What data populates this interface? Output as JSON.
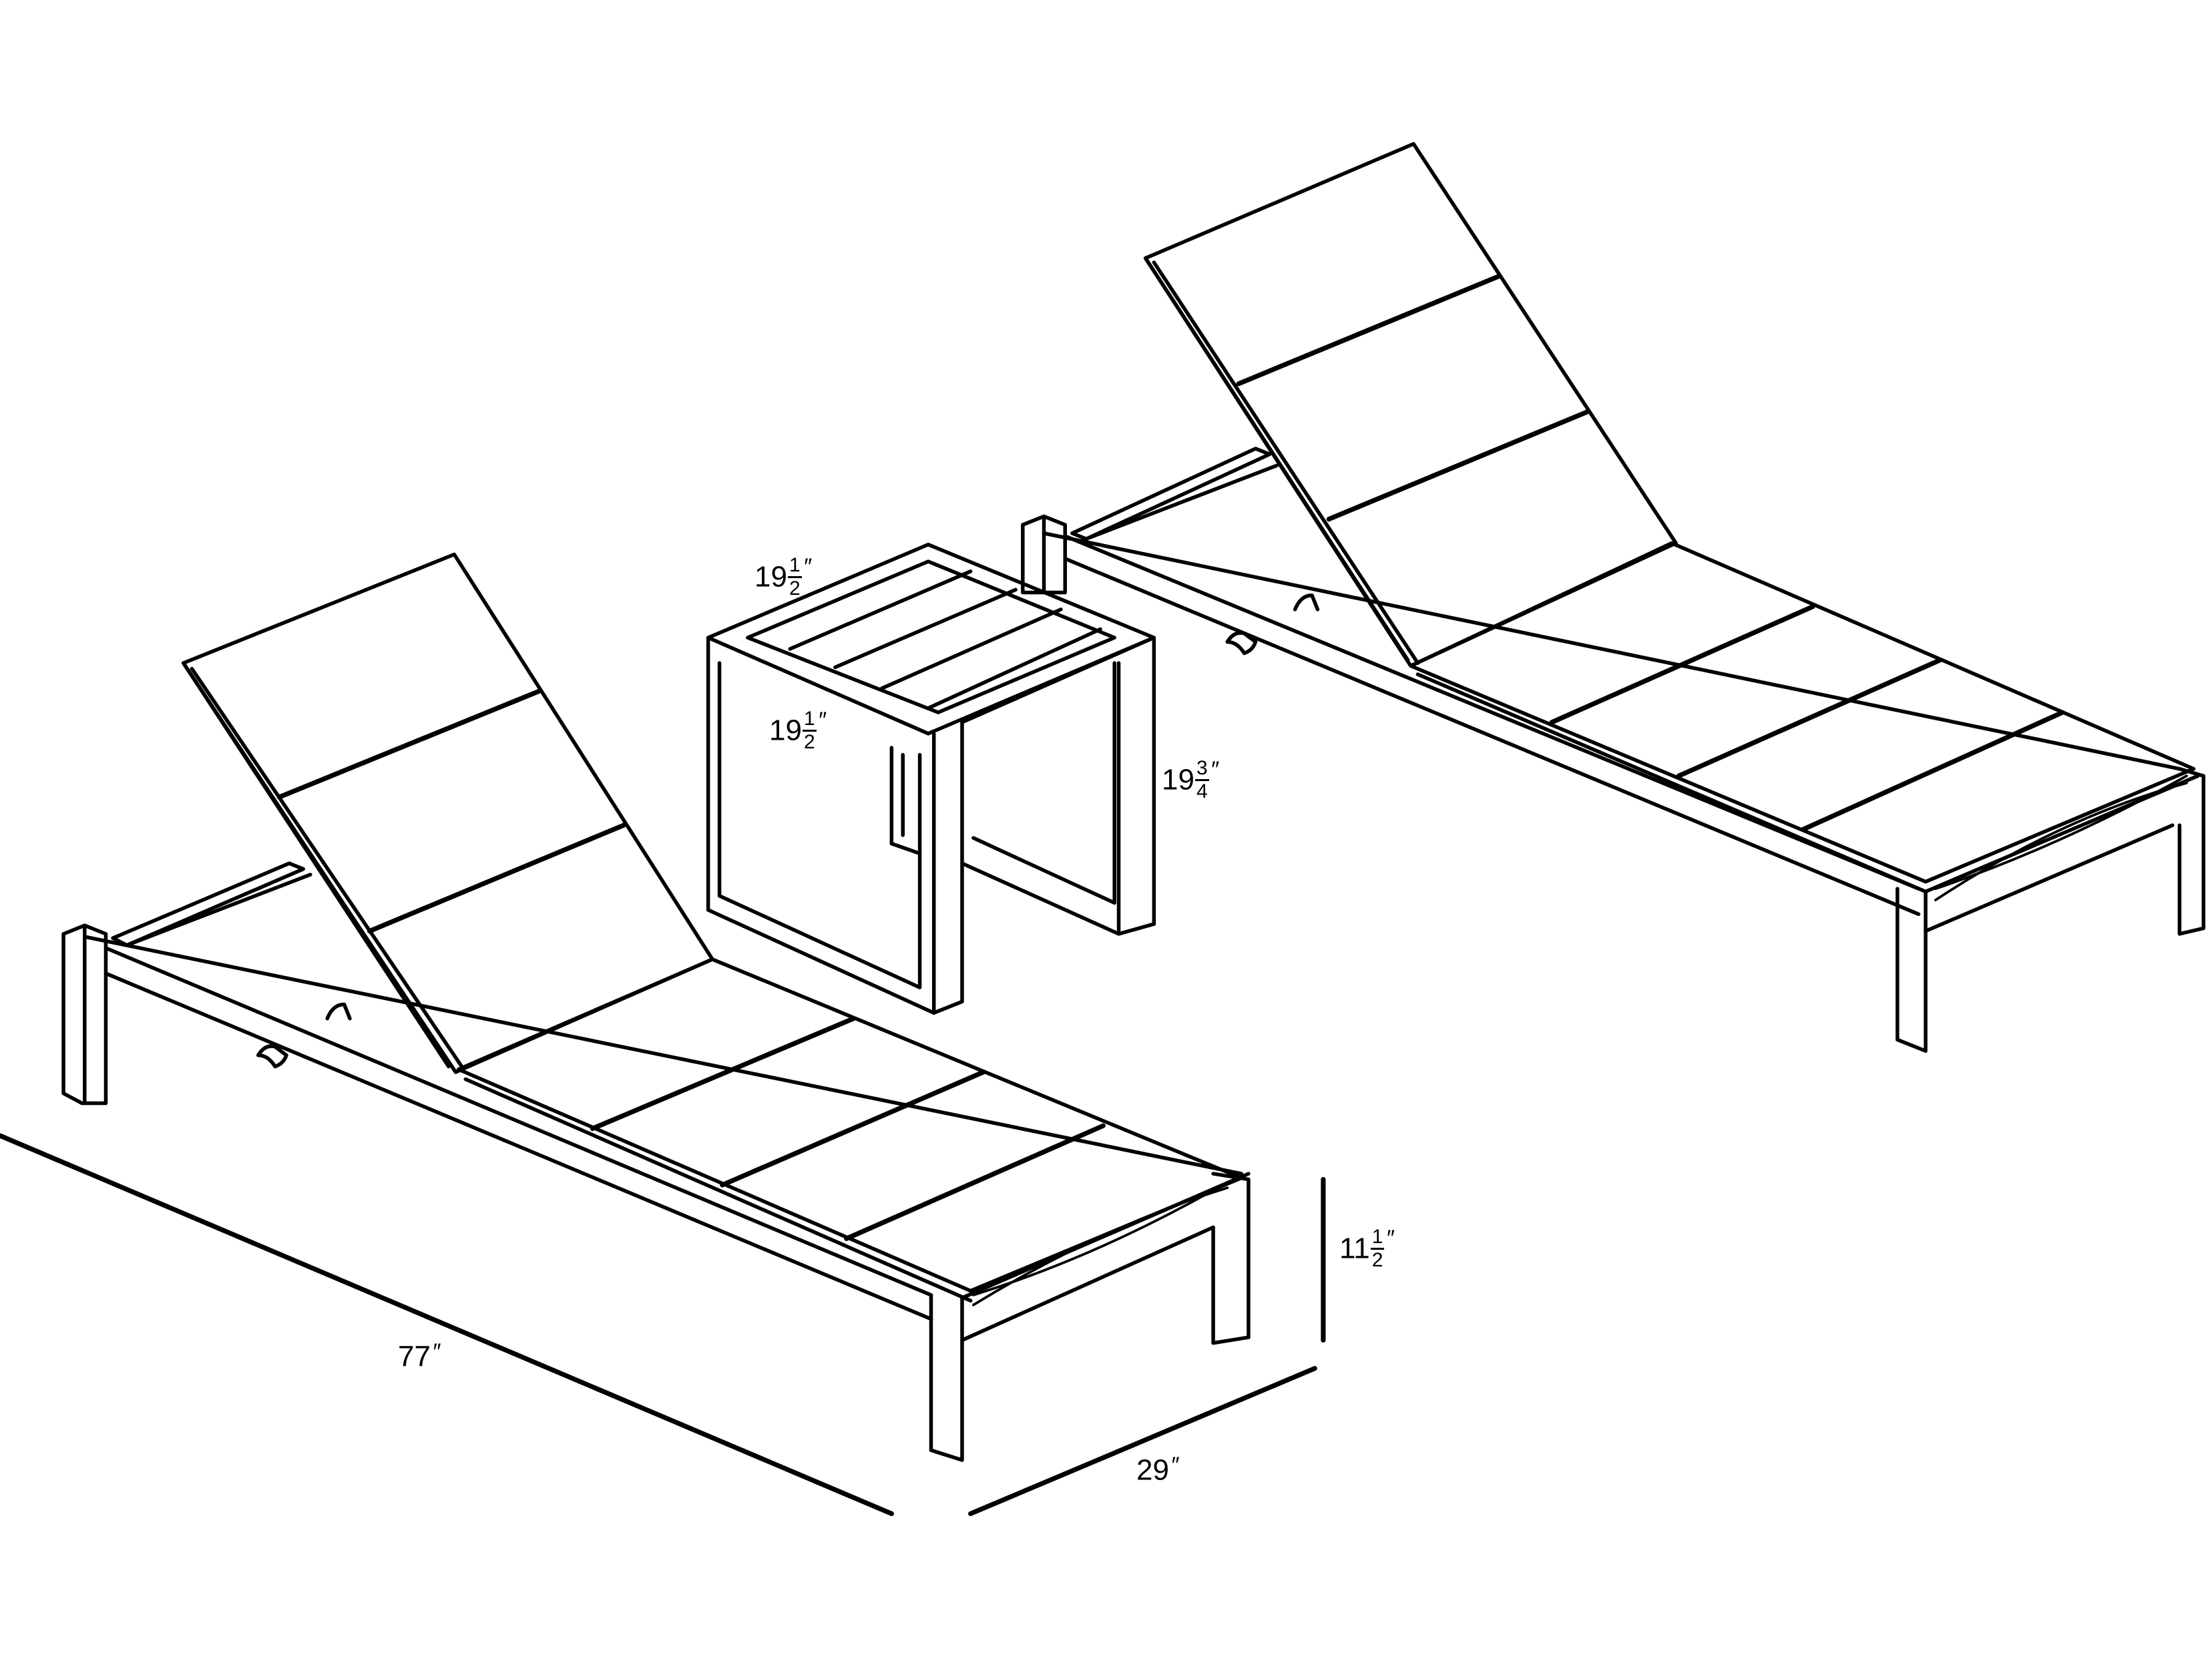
{
  "figure": {
    "title": "Chaise lounge set with side table — dimension drawing",
    "items": [
      {
        "name": "left-chaise-lounge",
        "role": "chaise lounge (front, dimensioned)"
      },
      {
        "name": "side-table",
        "role": "side table (center)"
      },
      {
        "name": "right-chaise-lounge",
        "role": "chaise lounge (back)"
      }
    ],
    "colors": {
      "line": "#000000",
      "background": "#ffffff"
    }
  },
  "dimensions": {
    "chaise_length": {
      "whole": "77",
      "num": "",
      "den": "",
      "unit": "″",
      "label": "77″"
    },
    "chaise_width": {
      "whole": "29",
      "num": "",
      "den": "",
      "unit": "″",
      "label": "29″"
    },
    "chaise_seat_height": {
      "whole": "11",
      "num": "1",
      "den": "2",
      "unit": "″",
      "label": "11 1/2″"
    },
    "table_width": {
      "whole": "19",
      "num": "1",
      "den": "2",
      "unit": "″",
      "label": "19 1/2″"
    },
    "table_depth": {
      "whole": "19",
      "num": "1",
      "den": "2",
      "unit": "″",
      "label": "19 1/2″"
    },
    "table_height": {
      "whole": "19",
      "num": "3",
      "den": "4",
      "unit": "″",
      "label": "19 3/4″"
    }
  }
}
